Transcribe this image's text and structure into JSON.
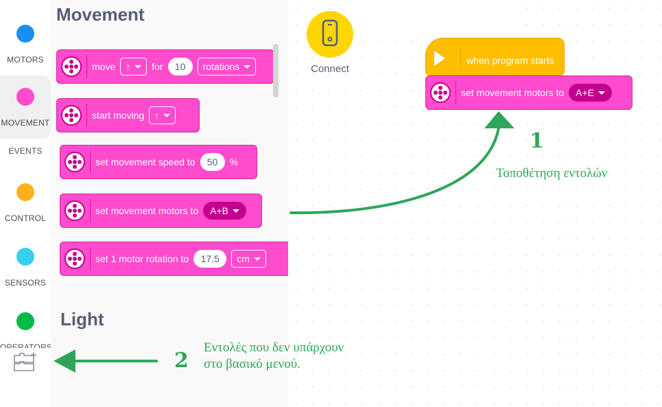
{
  "sidebar": {
    "categories": [
      {
        "label": "MOTORS",
        "color": "#1a8ff0"
      },
      {
        "label": "MOVEMENT",
        "color": "#ff4bce"
      },
      {
        "label": "EVENTS",
        "color": "#ffbf00"
      },
      {
        "label": "CONTROL",
        "color": "#ffb020"
      },
      {
        "label": "SENSORS",
        "color": "#39cff0"
      },
      {
        "label": "OPERATORS",
        "color": "#00bb4a"
      }
    ],
    "extension_icon": "add-extension-icon"
  },
  "palette": {
    "section_title": "Movement",
    "section_title_2": "Light",
    "blocks": {
      "move": {
        "label": "move",
        "direction": "↑",
        "for_label": "for",
        "value": "10",
        "unit": "rotations"
      },
      "start_moving": {
        "label": "start moving",
        "direction": "↑"
      },
      "speed": {
        "label": "set movement speed to",
        "value": "50",
        "unit": "%"
      },
      "motors": {
        "label": "set movement motors to",
        "value": "A+B"
      },
      "rotation": {
        "label": "set 1 motor rotation to",
        "value": "17.5",
        "unit": "cm"
      }
    }
  },
  "connect": {
    "label": "Connect"
  },
  "canvas": {
    "hat_label": "when program starts",
    "motor_block_label": "set movement motors to",
    "motor_block_value": "A+E"
  },
  "annotations": {
    "num_1": "1",
    "text_1": "Τοποθέτηση εντολών",
    "num_2": "2",
    "text_2_line1": "Εντολές που δεν υπάρχουν",
    "text_2_line2": "στο βασικό μενού."
  },
  "colors": {
    "movement": "#ff4bce",
    "movement_dark": "#c3008e",
    "events": "#ffbf00",
    "annotation_green": "#2fa55a",
    "connect": "#ffd500"
  }
}
